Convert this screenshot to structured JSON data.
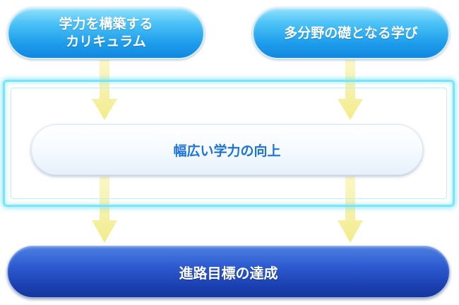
{
  "diagram": {
    "nodes": {
      "left_top": "学力を構築する\nカリキュラム",
      "right_top": "多分野の礎となる学び",
      "middle": "幅広い学力の向上",
      "bottom": "進路目標の達成"
    },
    "edges": [
      {
        "from": "left_top",
        "to": "middle"
      },
      {
        "from": "right_top",
        "to": "middle"
      },
      {
        "from": "middle",
        "to": "bottom"
      },
      {
        "from": "middle",
        "to": "bottom"
      }
    ]
  },
  "colors": {
    "top_node": "#1e9deb",
    "middle_text": "#1e73d8",
    "bottom_node": "#2c5ad0",
    "frame_border": "#7ae4f8",
    "arrow": "#f4f09a"
  }
}
